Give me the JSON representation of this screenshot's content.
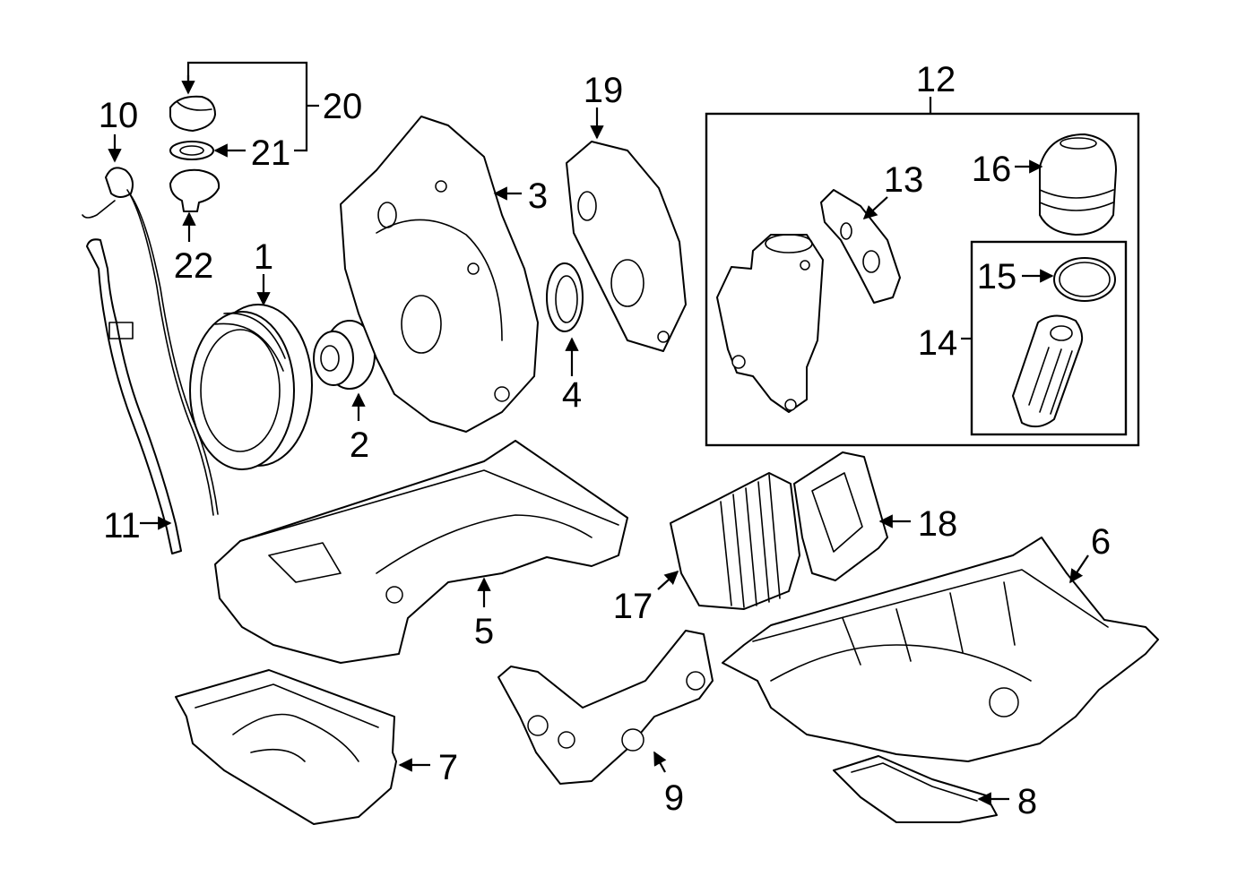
{
  "diagram": {
    "callouts": [
      {
        "id": "c1",
        "label": "1"
      },
      {
        "id": "c2",
        "label": "2"
      },
      {
        "id": "c3",
        "label": "3"
      },
      {
        "id": "c4",
        "label": "4"
      },
      {
        "id": "c5",
        "label": "5"
      },
      {
        "id": "c6",
        "label": "6"
      },
      {
        "id": "c7",
        "label": "7"
      },
      {
        "id": "c8",
        "label": "8"
      },
      {
        "id": "c9",
        "label": "9"
      },
      {
        "id": "c10",
        "label": "10"
      },
      {
        "id": "c11",
        "label": "11"
      },
      {
        "id": "c12",
        "label": "12"
      },
      {
        "id": "c13",
        "label": "13"
      },
      {
        "id": "c14",
        "label": "14"
      },
      {
        "id": "c15",
        "label": "15"
      },
      {
        "id": "c16",
        "label": "16"
      },
      {
        "id": "c17",
        "label": "17"
      },
      {
        "id": "c18",
        "label": "18"
      },
      {
        "id": "c19",
        "label": "19"
      },
      {
        "id": "c20",
        "label": "20"
      },
      {
        "id": "c21",
        "label": "21"
      },
      {
        "id": "c22",
        "label": "22"
      }
    ]
  }
}
